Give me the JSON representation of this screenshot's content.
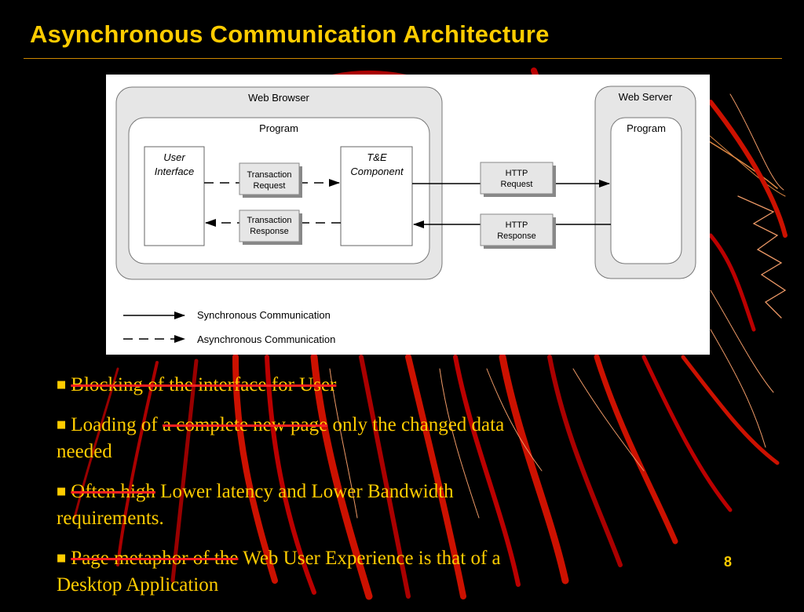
{
  "slide": {
    "title": "Asynchronous Communication Architecture",
    "page_number": "8",
    "colors": {
      "background": "#000000",
      "text": "#ffcc00",
      "strike": "#ff2020",
      "decor": "#cc1100"
    }
  },
  "diagram": {
    "web_browser_label": "Web Browser",
    "browser_program_label": "Program",
    "user_interface_line1": "User",
    "user_interface_line2": "Interface",
    "te_component_line1": "T&E",
    "te_component_line2": "Component",
    "transaction_request_line1": "Transaction",
    "transaction_request_line2": "Request",
    "transaction_response_line1": "Transaction",
    "transaction_response_line2": "Response",
    "http_request_line1": "HTTP",
    "http_request_line2": "Request",
    "http_response_line1": "HTTP",
    "http_response_line2": "Response",
    "web_server_label": "Web Server",
    "server_program_label": "Program",
    "legend_sync": "Synchronous Communication",
    "legend_async": "Asynchronous Communication"
  },
  "bullets": [
    {
      "struck": "Blocking of the interface for User",
      "pre": "",
      "rest": "",
      "cont": ""
    },
    {
      "pre": "Loading of ",
      "struck": "a complete new page",
      "rest": " only the changed data",
      "cont": "needed"
    },
    {
      "pre": "",
      "struck": "Often high",
      "rest": " Lower latency and Lower Bandwidth",
      "cont": "requirements."
    },
    {
      "pre": "",
      "struck": "Page metaphor of the",
      "rest": " Web User Experience is that of a",
      "cont": "Desktop Application"
    }
  ]
}
